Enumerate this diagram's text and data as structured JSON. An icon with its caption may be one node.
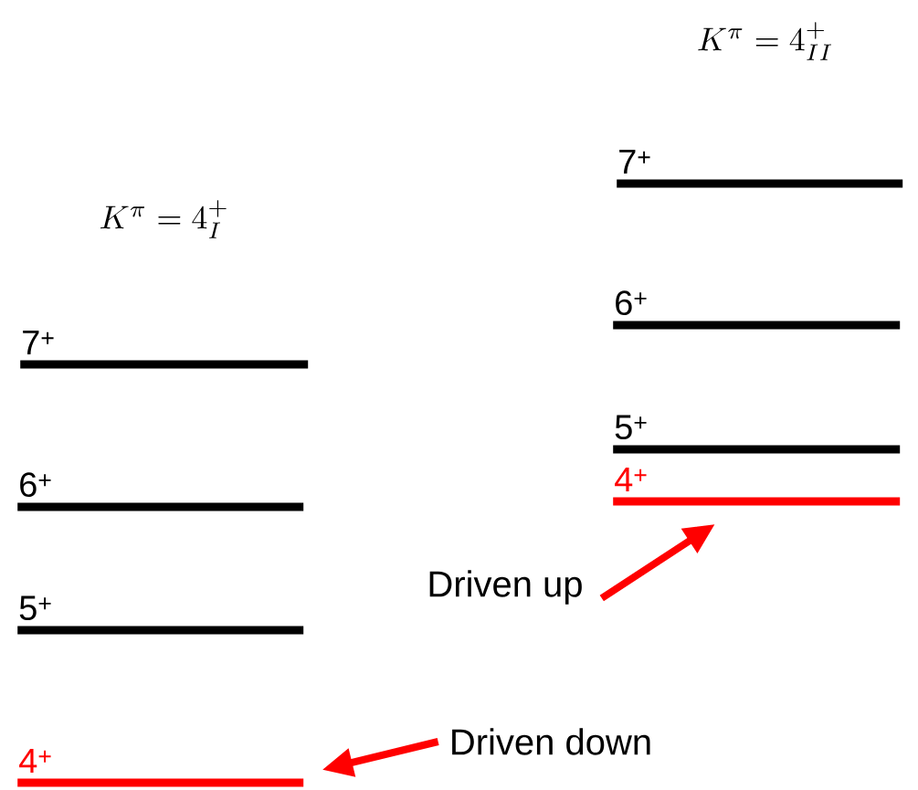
{
  "diagram": {
    "nodes": [
      {
        "text": [
          "7$^{+}$"
        ]
      },
      {
        "text": [
          "6$^{+}$"
        ]
      },
      {
        "text": [
          "5$^{+}$"
        ]
      },
      {
        "text": [
          "4$^{+}$"
        ]
      },
      {
        "text": [
          "7$^{+}$"
        ]
      },
      {
        "text": [
          "6$^{+}$"
        ]
      },
      {
        "text": [
          "5$^{+}$"
        ]
      },
      {
        "text": [
          "4$^{+}$"
        ]
      },
      {
        "text": [
          "Driven up"
        ]
      },
      {
        "text": [
          "Driven down"
        ]
      }
    ],
    "edges": [
      {
        "from": 8,
        "to": 7,
        "arrow": "to"
      },
      {
        "from": 9,
        "to": 3,
        "arrow": "to"
      }
    ],
    "labels": [
      "K^{\\pi} = 4^{+}_{II}",
      "K^{\\pi} = 4^{+}_{I}"
    ]
  }
}
